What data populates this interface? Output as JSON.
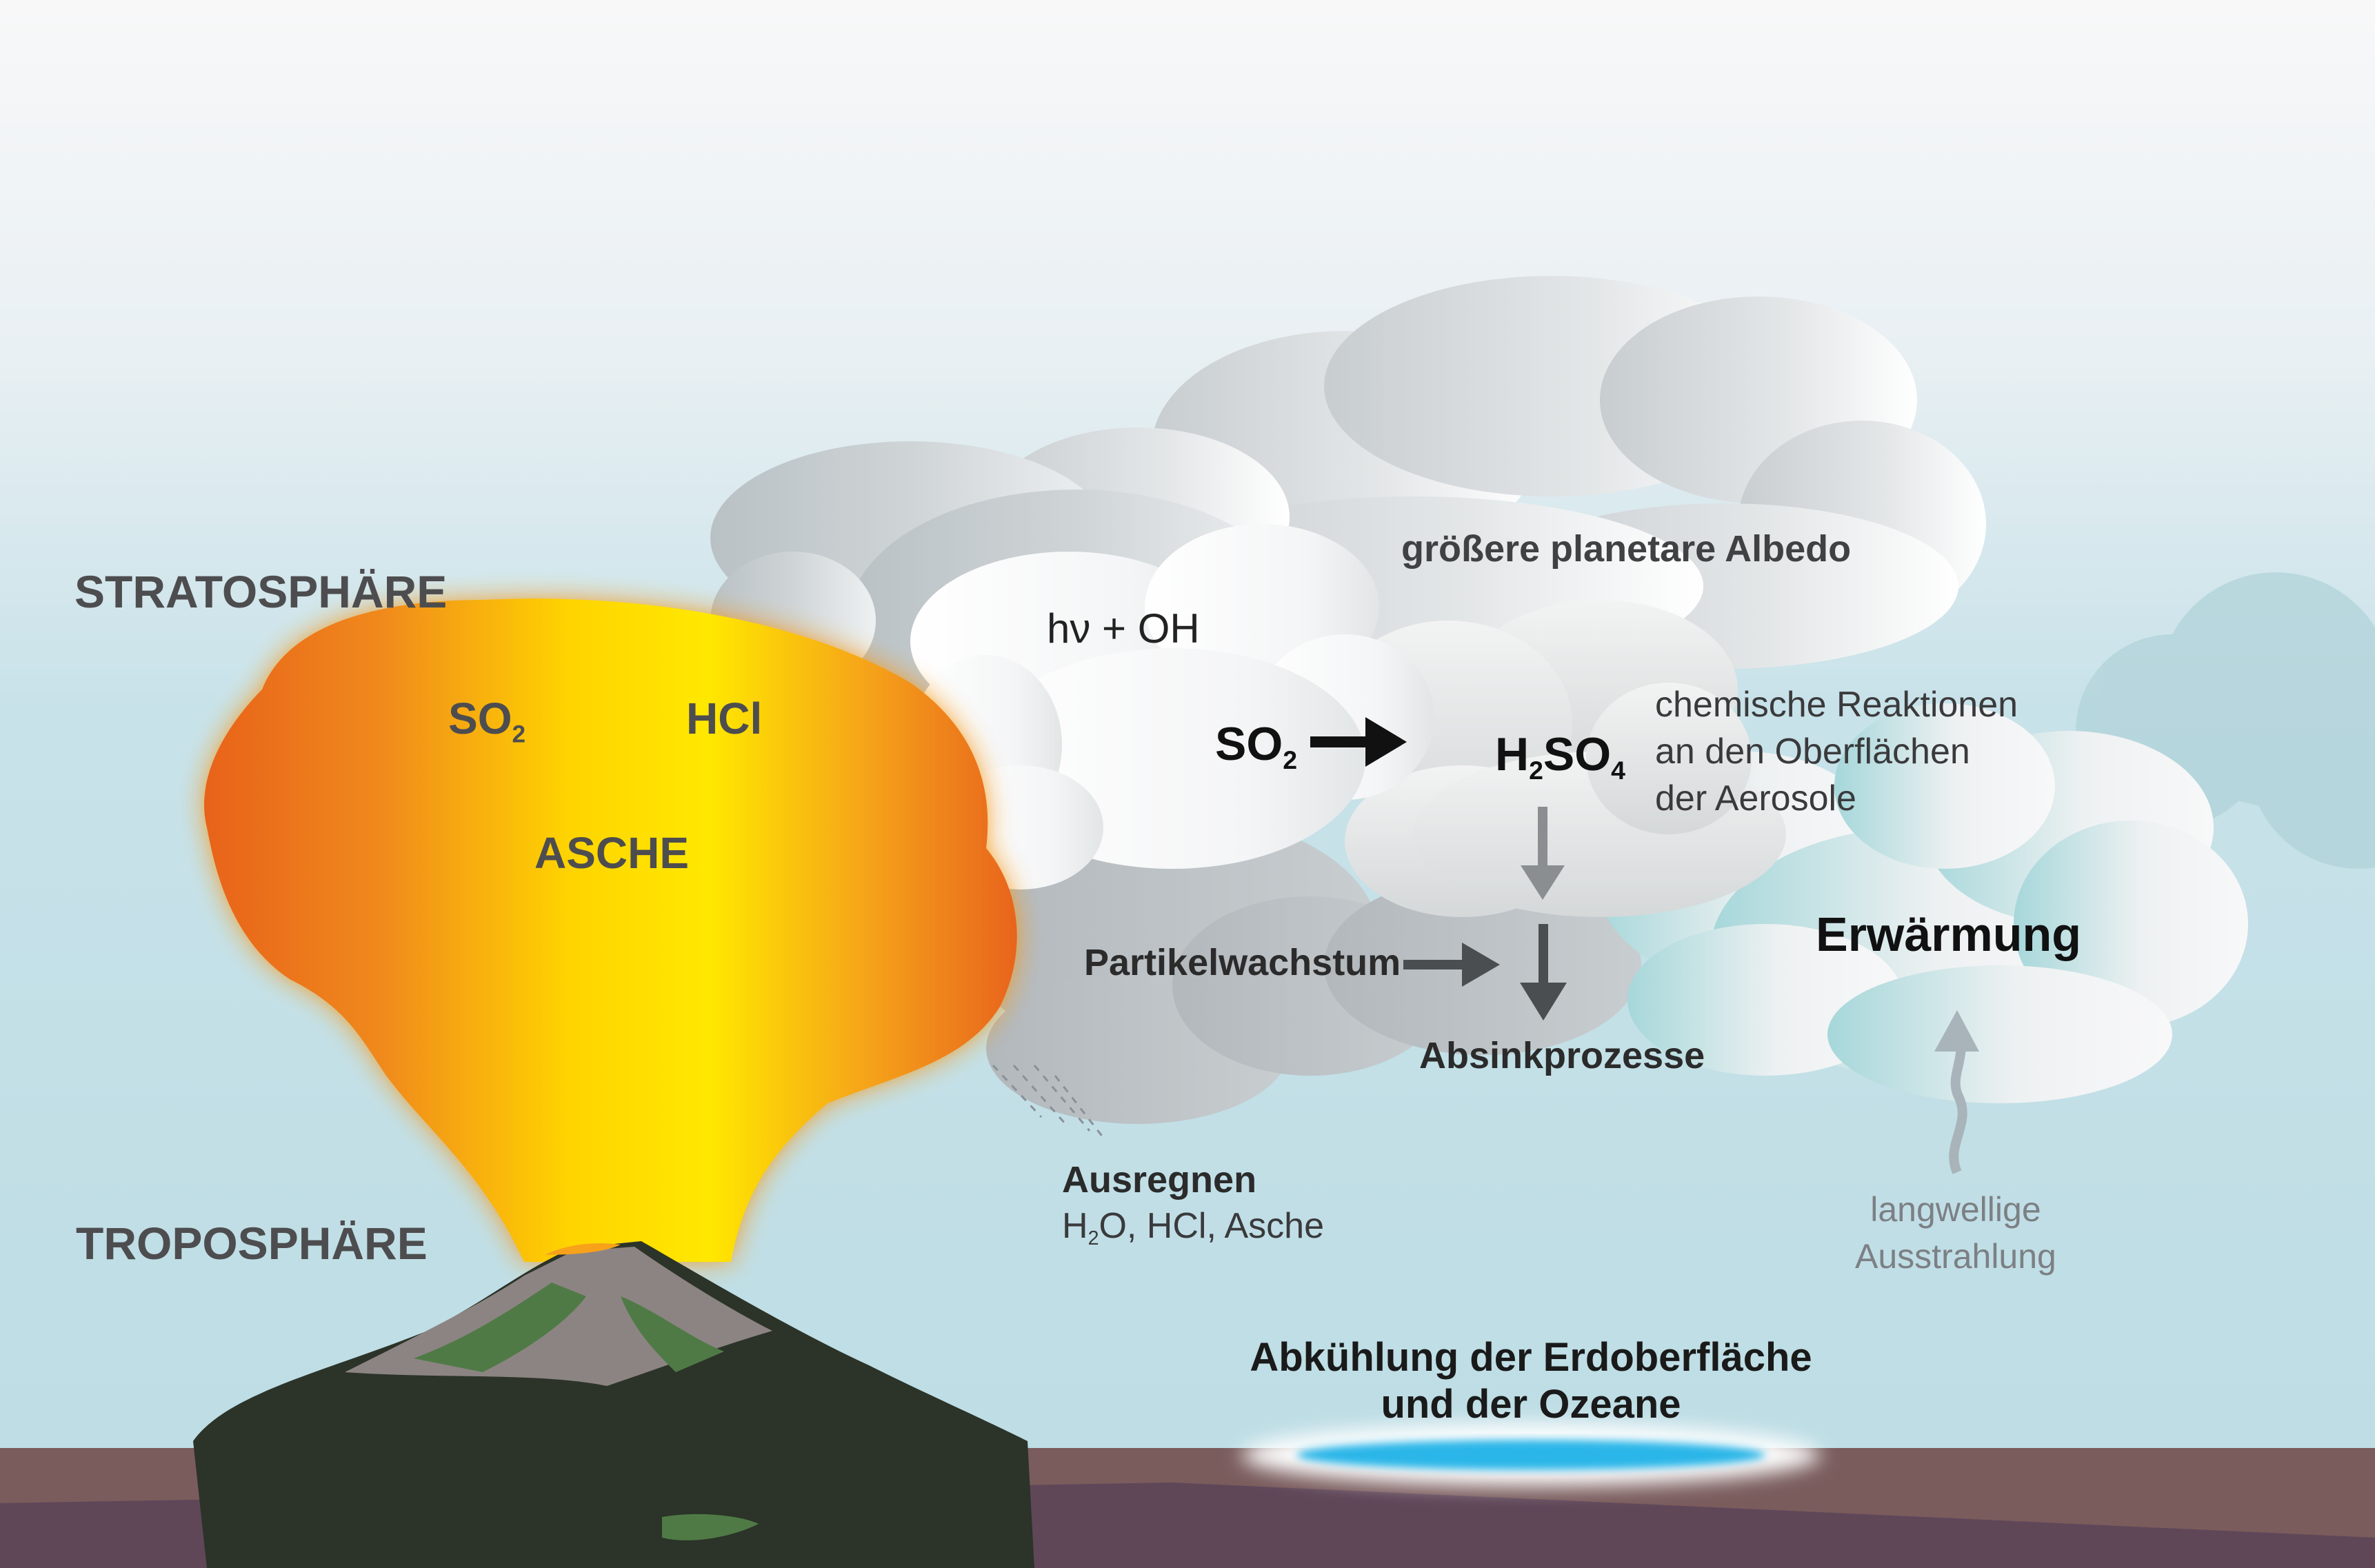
{
  "layers": {
    "stratosphere": "STRATOSPHÄRE",
    "troposphere": "TROPOSPHÄRE"
  },
  "plume": {
    "so2_main": "SO",
    "so2_sub": "2",
    "hcl": "HCl",
    "ash": "ASCHE"
  },
  "clouds": {
    "albedo": "größere planetare Albedo",
    "photolysis": "hν + OH",
    "so2_main": "SO",
    "so2_sub": "2",
    "h2so4_h": "H",
    "h2so4_h_sub": "2",
    "h2so4_so": "SO",
    "h2so4_so_sub": "4",
    "reactions_line1": "chemische Reaktionen",
    "reactions_line2": "an den Oberflächen",
    "reactions_line3": "der Aerosole",
    "particle_growth": "Partikelwachstum",
    "sinking": "Absinkprozesse",
    "warming": "Erwärmung"
  },
  "rainout": {
    "title": "Ausregnen",
    "h2o_main": "H",
    "h2o_sub": "2",
    "h2o_rest": "O, HCl, Asche"
  },
  "longwave": {
    "line1": "langwellige",
    "line2": "Ausstrahlung"
  },
  "cooling": {
    "line1": "Abkühlung der Erdoberfläche",
    "line2": "und der Ozeane"
  },
  "colors": {
    "sky_top": "#f7f7f8",
    "sky_bottom": "#bfdde5",
    "ground": "#7a5d5c",
    "plume_yellow": "#ffe100",
    "plume_orange": "#ec6a1c",
    "ocean_glow": "#2db7e8"
  }
}
